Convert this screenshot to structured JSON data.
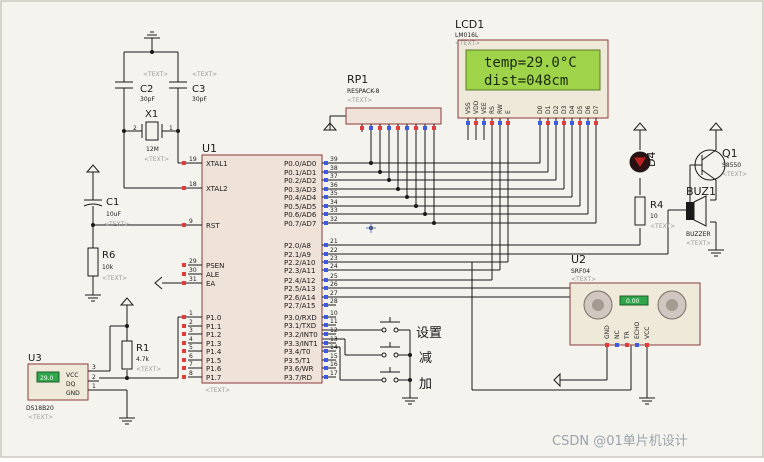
{
  "placeholder": "<TEXT>",
  "lcd": {
    "ref": "LCD1",
    "model": "LM016L",
    "line1": "temp=29.0°C",
    "line2": "dist=048cm",
    "pins": [
      "VSS",
      "VDD",
      "VEE",
      "RS",
      "RW",
      "E",
      "D0",
      "D1",
      "D2",
      "D3",
      "D4",
      "D5",
      "D6",
      "D7"
    ]
  },
  "rp1": {
    "ref": "RP1",
    "model": "RESPACK-8"
  },
  "c2": {
    "ref": "C2",
    "value": "30pF"
  },
  "c3": {
    "ref": "C3",
    "value": "30pF"
  },
  "x1": {
    "ref": "X1",
    "value": "12M"
  },
  "c1": {
    "ref": "C1",
    "value": "10uF"
  },
  "r6": {
    "ref": "R6",
    "value": "10k"
  },
  "r1": {
    "ref": "R1",
    "value": "4.7k"
  },
  "r4": {
    "ref": "R4",
    "value": "10"
  },
  "d4": {
    "ref": "D4"
  },
  "q1": {
    "ref": "Q1",
    "model": "S8550"
  },
  "buz1": {
    "ref": "BUZ1",
    "model": "BUZZER"
  },
  "u1": {
    "ref": "U1",
    "left_pins": [
      {
        "num": "19",
        "name": "XTAL1"
      },
      {
        "num": "18",
        "name": "XTAL2"
      },
      {
        "num": "9",
        "name": "RST"
      },
      {
        "num": "29",
        "name": "PSEN"
      },
      {
        "num": "30",
        "name": "ALE"
      },
      {
        "num": "31",
        "name": "EA"
      },
      {
        "num": "1",
        "name": "P1.0"
      },
      {
        "num": "2",
        "name": "P1.1"
      },
      {
        "num": "3",
        "name": "P1.2"
      },
      {
        "num": "4",
        "name": "P1.3"
      },
      {
        "num": "5",
        "name": "P1.4"
      },
      {
        "num": "6",
        "name": "P1.5"
      },
      {
        "num": "7",
        "name": "P1.6"
      },
      {
        "num": "8",
        "name": "P1.7"
      }
    ],
    "right_pins": [
      {
        "num": "39",
        "name": "P0.0/AD0"
      },
      {
        "num": "38",
        "name": "P0.1/AD1"
      },
      {
        "num": "37",
        "name": "P0.2/AD2"
      },
      {
        "num": "36",
        "name": "P0.3/AD3"
      },
      {
        "num": "35",
        "name": "P0.4/AD4"
      },
      {
        "num": "34",
        "name": "P0.5/AD5"
      },
      {
        "num": "33",
        "name": "P0.6/AD6"
      },
      {
        "num": "32",
        "name": "P0.7/AD7"
      },
      {
        "num": "21",
        "name": "P2.0/A8"
      },
      {
        "num": "22",
        "name": "P2.1/A9"
      },
      {
        "num": "23",
        "name": "P2.2/A10"
      },
      {
        "num": "24",
        "name": "P2.3/A11"
      },
      {
        "num": "25",
        "name": "P2.4/A12"
      },
      {
        "num": "26",
        "name": "P2.5/A13"
      },
      {
        "num": "27",
        "name": "P2.6/A14"
      },
      {
        "num": "28",
        "name": "P2.7/A15"
      },
      {
        "num": "10",
        "name": "P3.0/RXD"
      },
      {
        "num": "11",
        "name": "P3.1/TXD"
      },
      {
        "num": "12",
        "name": "P3.2/INT0"
      },
      {
        "num": "13",
        "name": "P3.3/INT1"
      },
      {
        "num": "14",
        "name": "P3.4/T0"
      },
      {
        "num": "15",
        "name": "P3.5/T1"
      },
      {
        "num": "16",
        "name": "P3.6/WR"
      },
      {
        "num": "17",
        "name": "P3.7/RD"
      }
    ]
  },
  "u2": {
    "ref": "U2",
    "model": "SRF04",
    "display": "0.00",
    "pins": [
      "GND",
      "NC",
      "TR",
      "ECHO",
      "VCC"
    ]
  },
  "u3": {
    "ref": "U3",
    "model": "DS18B20",
    "display": "29.0",
    "pins": [
      "VCC",
      "DQ",
      "GND"
    ],
    "pin_nums": [
      "3",
      "2",
      "1"
    ]
  },
  "buttons": {
    "set": "设置",
    "minus": "减",
    "plus": "加"
  },
  "watermark": "CSDN @01单片机设计"
}
